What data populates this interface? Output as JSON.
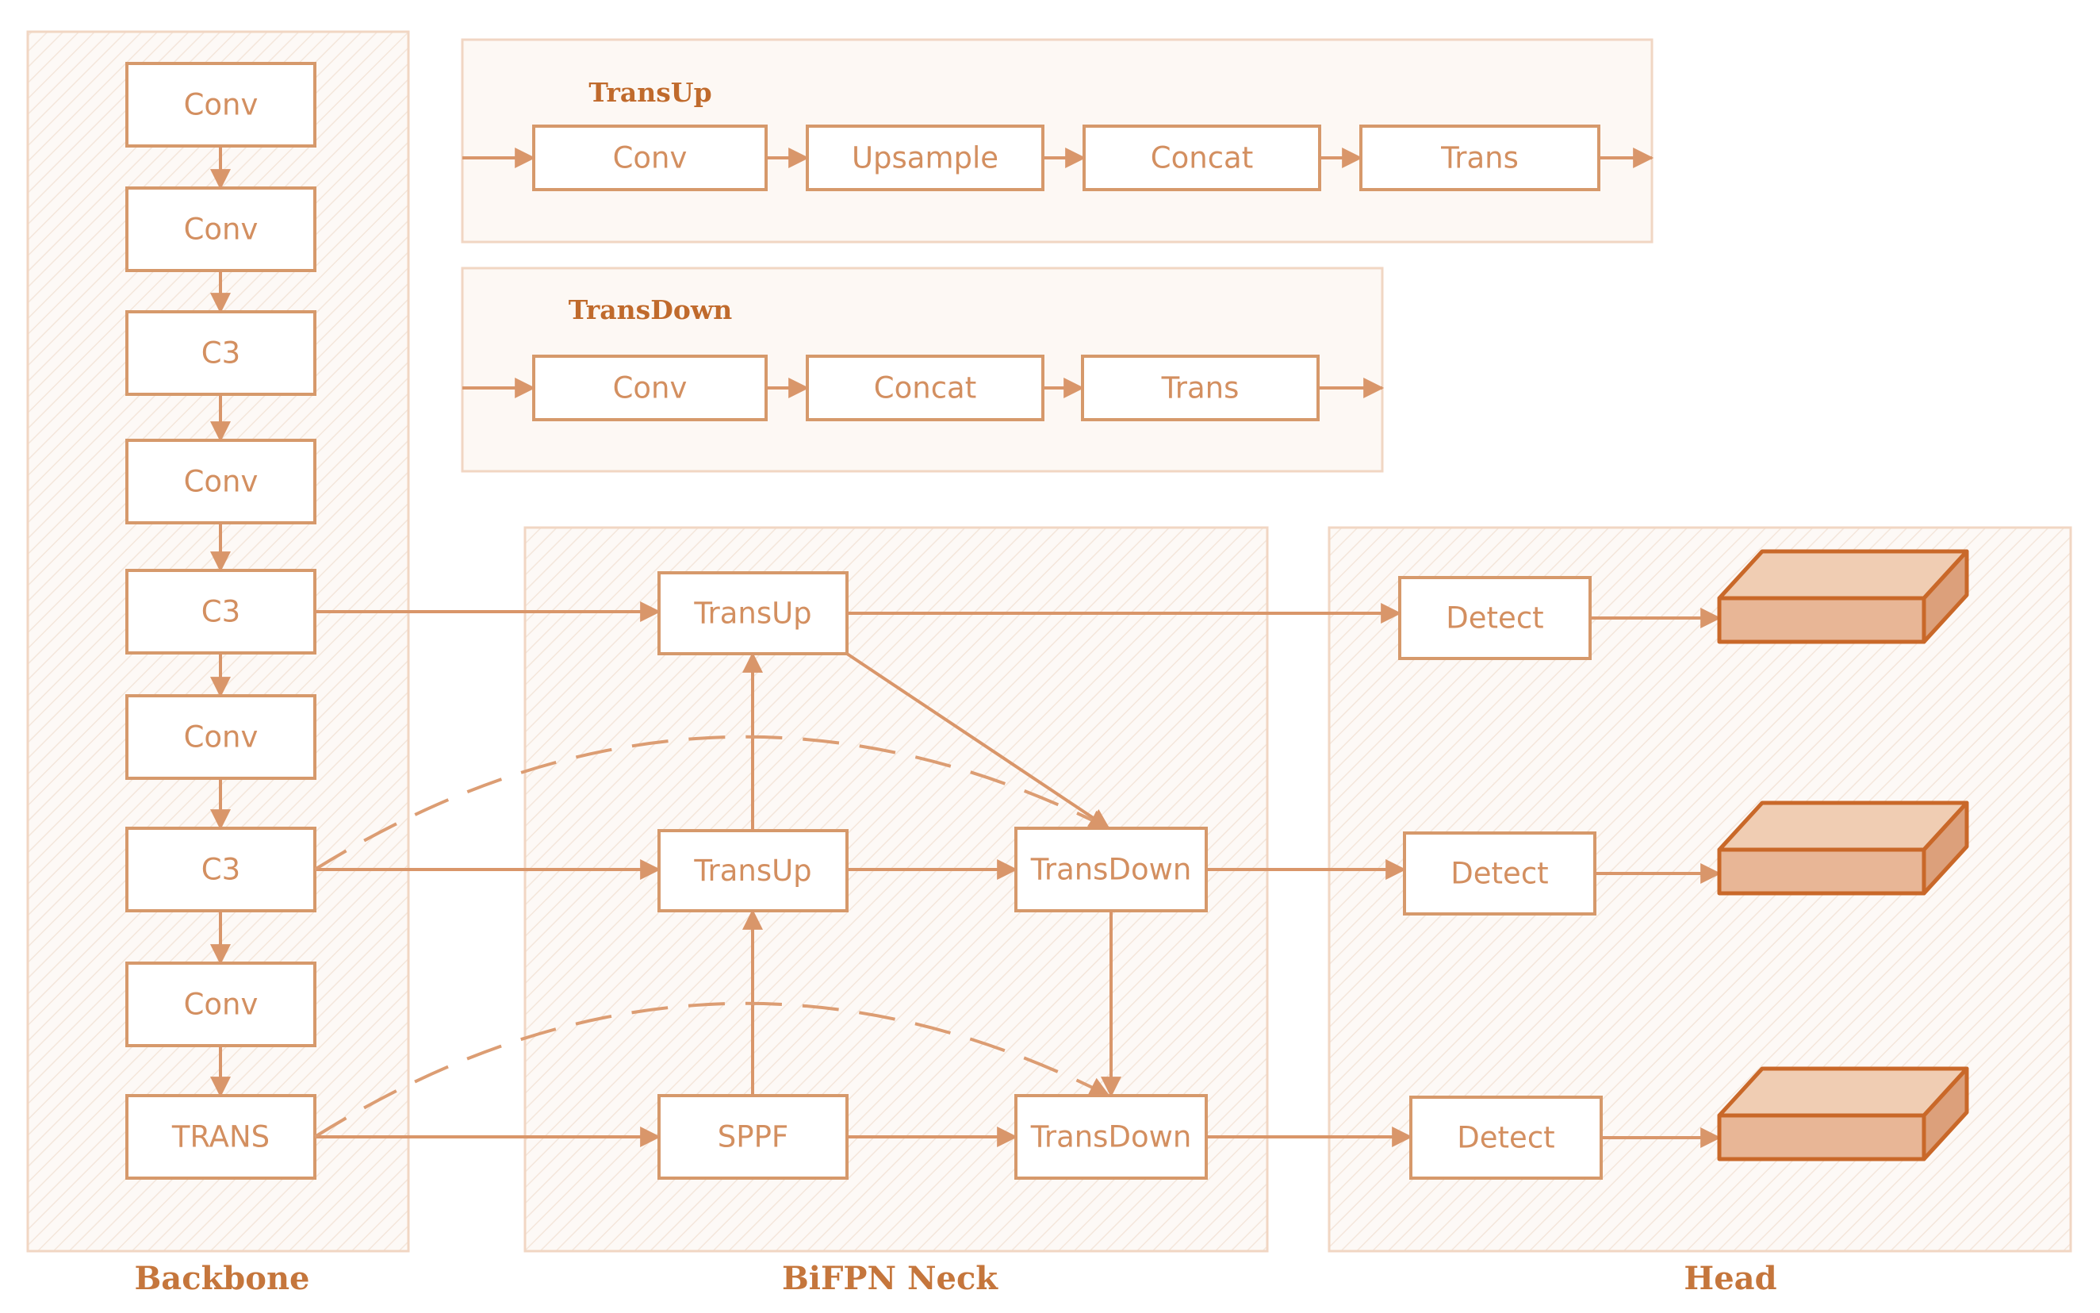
{
  "sections": {
    "backbone": "Backbone",
    "neck": "BiFPN Neck",
    "head": "Head"
  },
  "transup_module": {
    "title": "TransUp",
    "steps": [
      "Conv",
      "Upsample",
      "Concat",
      "Trans"
    ]
  },
  "transdown_module": {
    "title": "TransDown",
    "steps": [
      "Conv",
      "Concat",
      "Trans"
    ]
  },
  "backbone_layers": [
    "Conv",
    "Conv",
    "C3",
    "Conv",
    "C3",
    "Conv",
    "C3",
    "Conv",
    "TRANS"
  ],
  "neck_nodes": {
    "transup_top": "TransUp",
    "transup_mid": "TransUp",
    "sppf": "SPPF",
    "transdown_mid": "TransDown",
    "transdown_bot": "TransDown"
  },
  "head_nodes": [
    "Detect",
    "Detect",
    "Detect"
  ],
  "colors": {
    "stroke": "#d6996b",
    "text": "#d38f60",
    "label": "#c5763c",
    "output_box": "#e8b696"
  }
}
